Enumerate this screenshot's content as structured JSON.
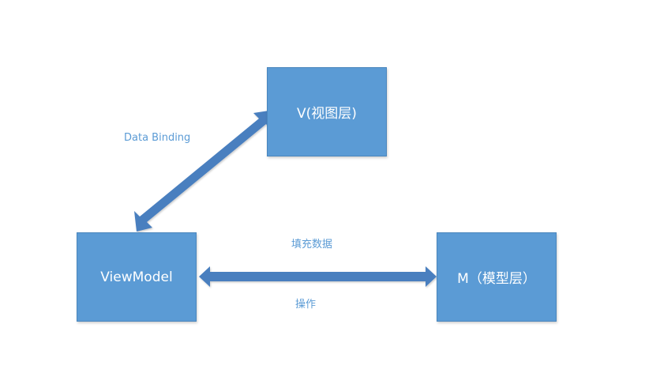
{
  "diagram": {
    "nodes": {
      "view": "V(视图层)",
      "viewmodel": "ViewModel",
      "model": "M（模型层）"
    },
    "edges": {
      "view_viewmodel": "Data Binding",
      "viewmodel_model_top": "填充数据",
      "viewmodel_model_bottom": "操作"
    },
    "colors": {
      "box_fill": "#5b9bd5",
      "box_border": "#4a86bd",
      "arrow_fill": "#4a7fbf",
      "label_text": "#5b9bd5",
      "box_text": "#ffffff"
    }
  }
}
